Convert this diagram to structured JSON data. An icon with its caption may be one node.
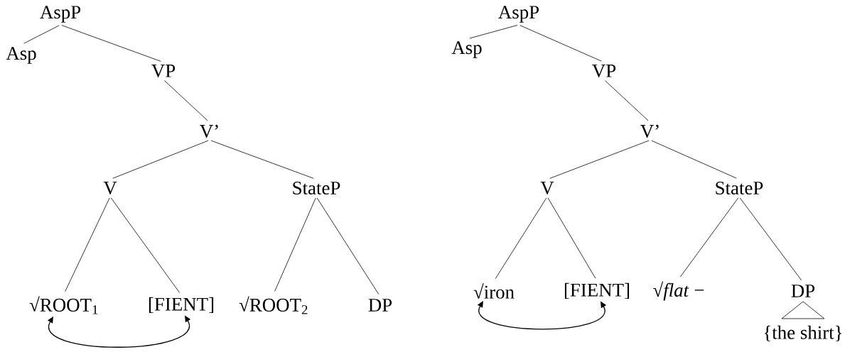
{
  "diagram": {
    "nodes": [
      {
        "text": [
          "AspP"
        ]
      },
      {
        "text": [
          "Asp"
        ]
      },
      {
        "text": [
          "VP"
        ]
      },
      {
        "text": [
          "V’"
        ]
      },
      {
        "text": [
          "V"
        ]
      },
      {
        "text": [
          "StateP"
        ]
      },
      {
        "text": [
          "√ROOT$_{1}$"
        ]
      },
      {
        "text": [
          "[FIENT]"
        ]
      },
      {
        "text": [
          "√ROOT$_{2}$"
        ]
      },
      {
        "text": [
          "DP"
        ]
      },
      {
        "text": [
          "AspP"
        ]
      },
      {
        "text": [
          "Asp"
        ]
      },
      {
        "text": [
          "VP"
        ]
      },
      {
        "text": [
          "V’"
        ]
      },
      {
        "text": [
          "V"
        ]
      },
      {
        "text": [
          "StateP"
        ]
      },
      {
        "text": [
          "√iron"
        ]
      },
      {
        "text": [
          "[FIENT]"
        ]
      },
      {
        "text": [
          "√*flat* −"
        ]
      },
      {
        "text": [
          "DP"
        ]
      },
      {
        "text": [
          "{the shirt}"
        ]
      }
    ],
    "edges": [
      {
        "from": 0,
        "to": 1,
        "arrow": "none"
      },
      {
        "from": 0,
        "to": 2,
        "arrow": "none"
      },
      {
        "from": 2,
        "to": 3,
        "arrow": "none"
      },
      {
        "from": 3,
        "to": 4,
        "arrow": "none"
      },
      {
        "from": 3,
        "to": 5,
        "arrow": "none"
      },
      {
        "from": 4,
        "to": 6,
        "arrow": "none"
      },
      {
        "from": 4,
        "to": 7,
        "arrow": "none"
      },
      {
        "from": 5,
        "to": 8,
        "arrow": "none"
      },
      {
        "from": 5,
        "to": 9,
        "arrow": "none"
      },
      {
        "from": 6,
        "to": 7,
        "arrow": "both"
      },
      {
        "from": 10,
        "to": 11,
        "arrow": "none"
      },
      {
        "from": 10,
        "to": 12,
        "arrow": "none"
      },
      {
        "from": 12,
        "to": 13,
        "arrow": "none"
      },
      {
        "from": 13,
        "to": 14,
        "arrow": "none"
      },
      {
        "from": 13,
        "to": 15,
        "arrow": "none"
      },
      {
        "from": 14,
        "to": 16,
        "arrow": "none"
      },
      {
        "from": 14,
        "to": 17,
        "arrow": "none"
      },
      {
        "from": 15,
        "to": 18,
        "arrow": "none"
      },
      {
        "from": 15,
        "to": 19,
        "arrow": "none"
      },
      {
        "from": 16,
        "to": 17,
        "arrow": "both"
      }
    ]
  }
}
